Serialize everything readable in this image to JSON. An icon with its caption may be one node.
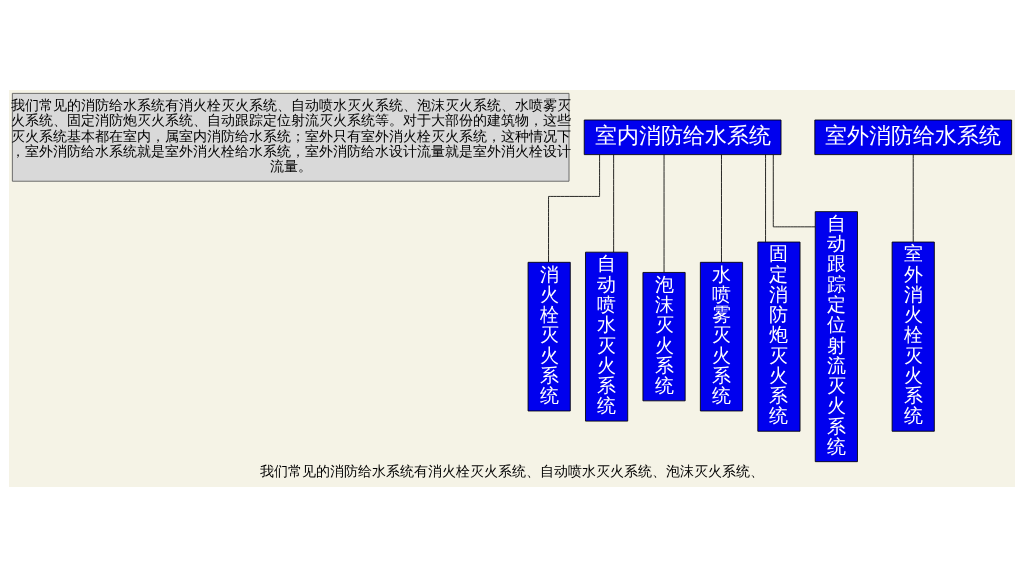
{
  "diagram": {
    "caption": "我们常见的消防给水系统有消火栓灭火系统、自动喷水灭火系统、泡沫灭火系统、",
    "nodes": [
      {
        "text": [
          "我们常见的消防给水系统有消火栓灭火系统、自动喷水灭火系统、泡沫灭火系统、水喷雾灭火系统、固定消防炮灭火系统、自动跟踪定位射流灭火系统等。对于大部份的建筑物，这些灭火系统基本都在室内，属室内消防给水系统；室外只有室外消火栓灭火系统，这种情况下，室外消防给水系统就是室外消火栓给水系统，室外消防给水设计流量就是室外消火栓设计流量。"
        ]
      },
      {
        "text": [
          "室内消防给水系统"
        ]
      },
      {
        "text": [
          "消火栓灭火系统"
        ]
      },
      {
        "text": [
          "自动喷水灭火系统"
        ]
      },
      {
        "text": [
          "泡沫灭火系统"
        ]
      },
      {
        "text": [
          "水喷雾灭火系统"
        ]
      },
      {
        "text": [
          "固定消防炮灭火系统"
        ]
      },
      {
        "text": [
          "自动跟踪定位射流灭火系统"
        ]
      },
      {
        "text": [
          "室外消防给水系统"
        ]
      },
      {
        "text": [
          "室外消火栓灭火系统"
        ]
      }
    ],
    "edges": [
      {
        "from": 1,
        "to": 2,
        "arrow": "none"
      },
      {
        "from": 1,
        "to": 3,
        "arrow": "none"
      },
      {
        "from": 1,
        "to": 4,
        "arrow": "none"
      },
      {
        "from": 1,
        "to": 5,
        "arrow": "none"
      },
      {
        "from": 1,
        "to": 6,
        "arrow": "none"
      },
      {
        "from": 1,
        "to": 7,
        "arrow": "none"
      },
      {
        "from": 8,
        "to": 9,
        "arrow": "none"
      }
    ]
  }
}
